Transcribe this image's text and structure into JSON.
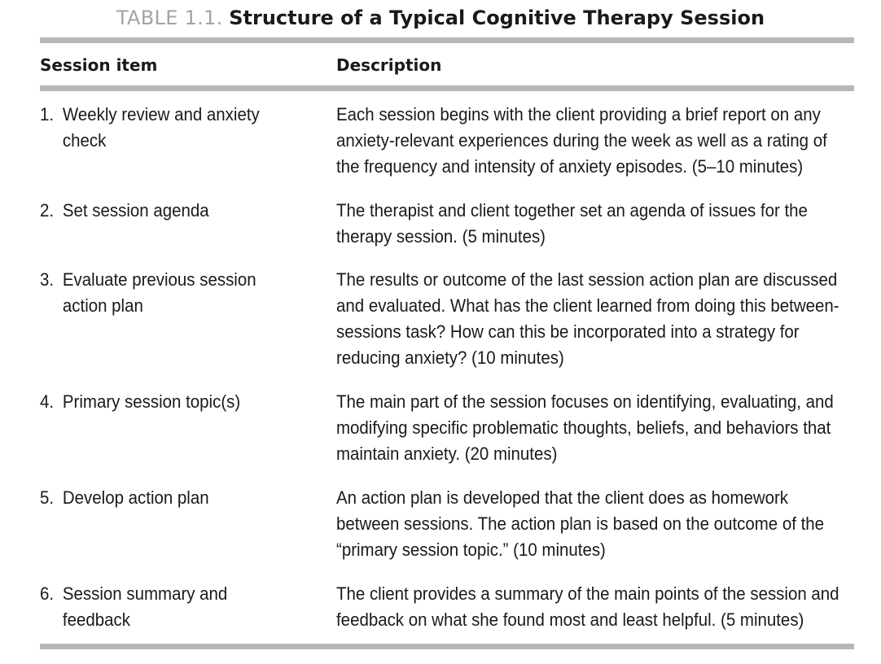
{
  "title": {
    "label": "TABLE 1.1.",
    "text": "Structure of a Typical Cognitive Therapy Session"
  },
  "headers": {
    "item": "Session item",
    "description": "Description"
  },
  "rows": [
    {
      "number": "1.",
      "item": "Weekly review and anxiety check",
      "description": "Each session begins with the client providing a brief report on any anxiety-relevant experiences during the week as well as a rating of the frequency and intensity of anxiety episodes. (5–10 minutes)"
    },
    {
      "number": "2.",
      "item": "Set session agenda",
      "description": "The therapist and client together set an agenda of issues for the therapy session. (5 minutes)"
    },
    {
      "number": "3.",
      "item": "Evaluate previous session action plan",
      "description": "The results or outcome of the last session action plan are discussed and evaluated. What has the client learned from doing this between-sessions task? How can this be incorporated into a strategy for reducing anxiety? (10 minutes)"
    },
    {
      "number": "4.",
      "item": "Primary session topic(s)",
      "description": "The main part of the session focuses on identifying, evaluating, and modifying specific problematic thoughts, beliefs, and behaviors that maintain anxiety. (20 minutes)"
    },
    {
      "number": "5.",
      "item": "Develop action plan",
      "description": "An action plan is developed that the client does as homework between sessions. The action plan is based on the outcome of the “primary session topic.” (10 minutes)"
    },
    {
      "number": "6.",
      "item": "Session summary and feedback",
      "description": "The client provides a summary of the main points of the session and feedback on what she found most and least helpful. (5 minutes)"
    }
  ]
}
